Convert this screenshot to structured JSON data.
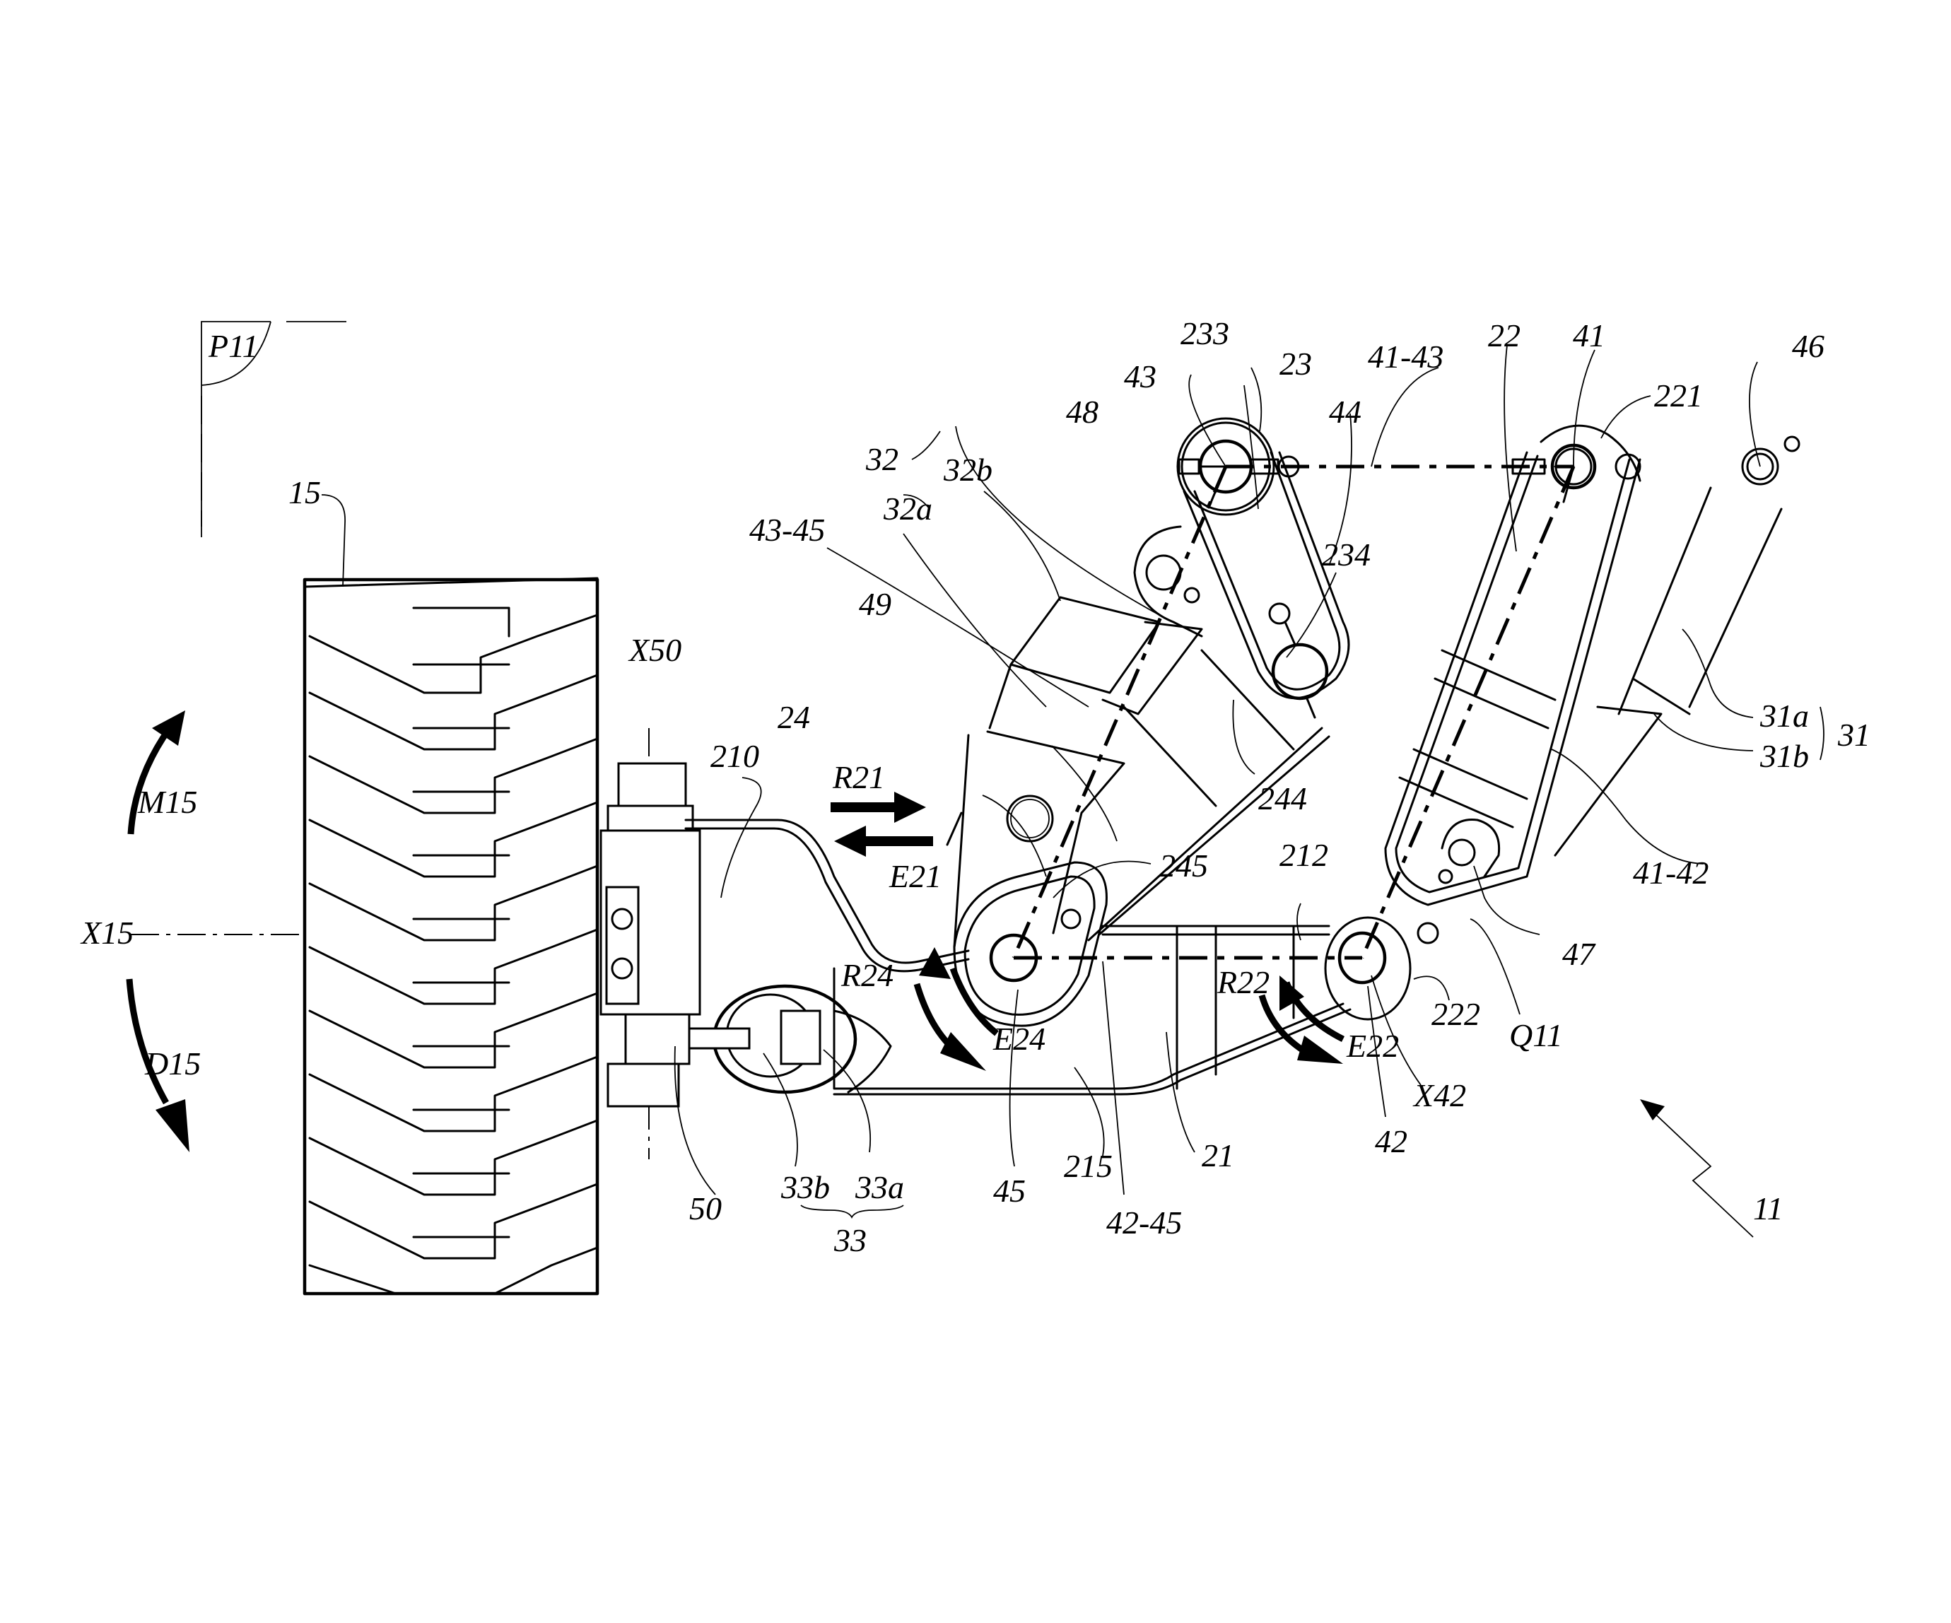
{
  "figure": {
    "reference_labels": {
      "p11": "P11",
      "tire": "15",
      "x15": "X15",
      "m15": "M15",
      "d15": "D15",
      "x50": "X50",
      "n50": "50",
      "n210": "210",
      "n24": "24",
      "n49": "49",
      "n43_45": "43-45",
      "n32": "32",
      "n32a": "32a",
      "n32b": "32b",
      "n48": "48",
      "n43": "43",
      "n233": "233",
      "n23": "23",
      "n44": "44",
      "n41_43": "41-43",
      "n22": "22",
      "n41": "41",
      "n221": "221",
      "n46": "46",
      "n234": "234",
      "n244": "244",
      "n31a": "31a",
      "n31b": "31b",
      "n31": "31",
      "n41_42": "41-42",
      "n212": "212",
      "n245": "245",
      "n47": "47",
      "n222": "222",
      "q11": "Q11",
      "x42": "X42",
      "n42": "42",
      "n11": "11",
      "r21": "R21",
      "e21": "E21",
      "r24": "R24",
      "e24": "E24",
      "r22": "R22",
      "e22": "E22",
      "n45": "45",
      "n215": "215",
      "n42_45": "42-45",
      "n21": "21",
      "n33b": "33b",
      "n33a": "33a",
      "n33": "33"
    }
  }
}
